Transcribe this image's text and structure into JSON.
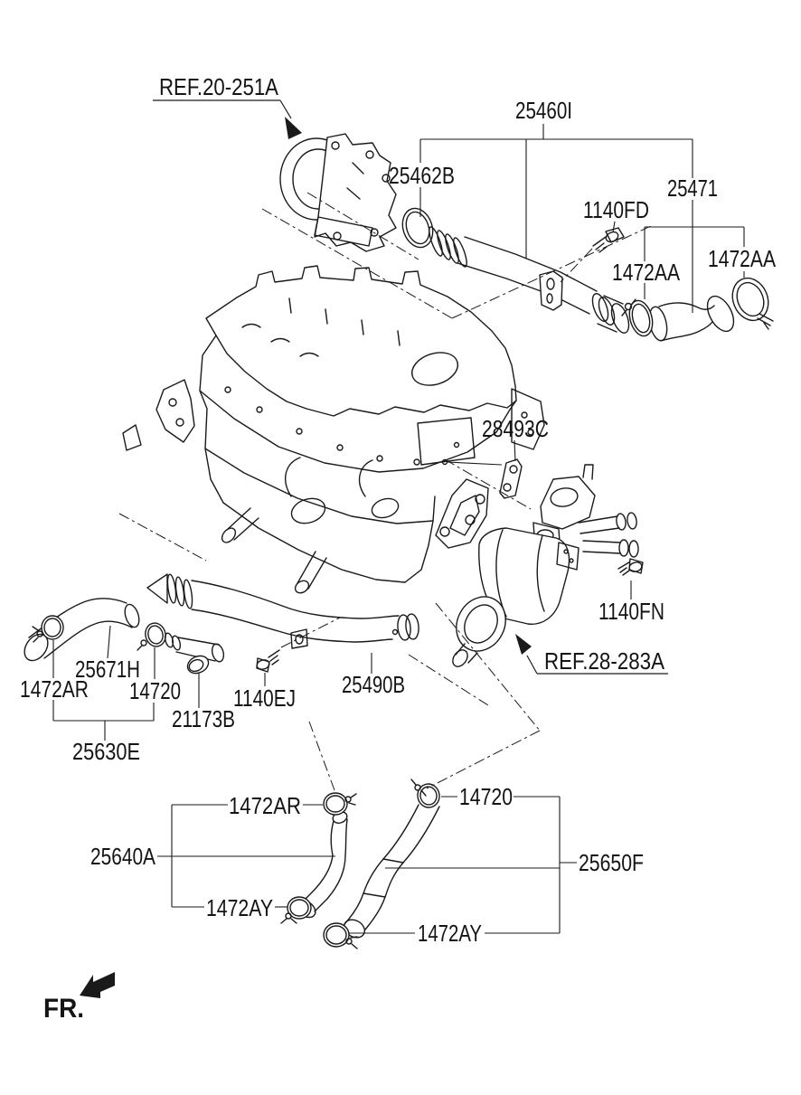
{
  "figure": {
    "background_color": "#ffffff",
    "line_color": "#1a1a1a",
    "description_labels_visible": true
  },
  "labels": {
    "ref_20_251a": "REF.20-251A",
    "p25460i": "25460I",
    "p25462b": "25462B",
    "p25471": "25471",
    "p1140fd": "1140FD",
    "p1472aa_left": "1472AA",
    "p1472aa_right": "1472AA",
    "p28493c": "28493C",
    "p1140fn": "1140FN",
    "ref_28_283a": "REF.28-283A",
    "p25490b": "25490B",
    "p25671h": "25671H",
    "p1472ar_upper": "1472AR",
    "p14720_upper": "14720",
    "p21173b": "21173B",
    "p1140ej": "1140EJ",
    "p25630e": "25630E",
    "p1472ar_lower": "1472AR",
    "p14720_lower": "14720",
    "p25640a": "25640A",
    "p25650f": "25650F",
    "p1472ay_left": "1472AY",
    "p1472ay_bottom": "1472AY",
    "fr": "FR."
  }
}
